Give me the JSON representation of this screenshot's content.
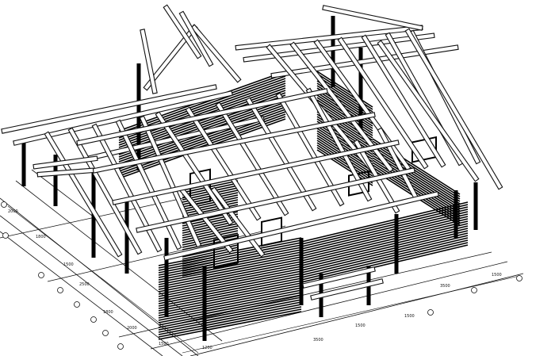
{
  "drawing": {
    "subject": "isometric timber frame house",
    "line_color": "#111111",
    "background": "#ffffff"
  },
  "dimensions": {
    "front_labels": [
      "1200",
      "3500",
      "1500",
      "1500",
      "3500",
      "1500"
    ],
    "side_labels": [
      "2000",
      "1800",
      "1500",
      "2500",
      "1800",
      "2000",
      "1500"
    ]
  }
}
